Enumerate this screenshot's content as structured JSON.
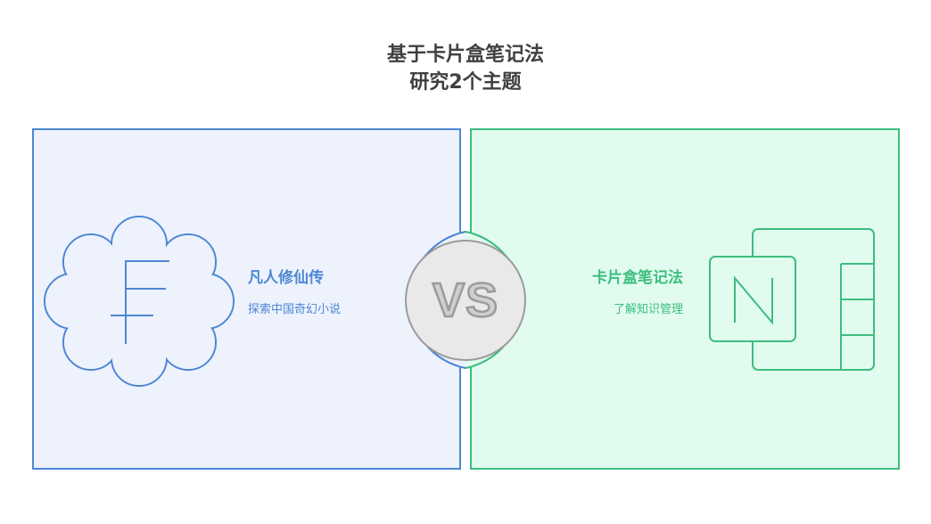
{
  "title": {
    "line1": "基于卡片盒笔记法",
    "line2": "研究2个主题"
  },
  "left": {
    "heading": "凡人修仙传",
    "subtitle": "探索中国奇幻小说",
    "icon": "cloud-f-icon",
    "color": "#4d87d3",
    "background": "#edf2fd"
  },
  "right": {
    "heading": "卡片盒笔记法",
    "subtitle": "了解知识管理",
    "icon": "onenote-notebook-icon",
    "color": "#3dbe7e",
    "background": "#e1fbef"
  },
  "vs": {
    "label": "VS"
  }
}
